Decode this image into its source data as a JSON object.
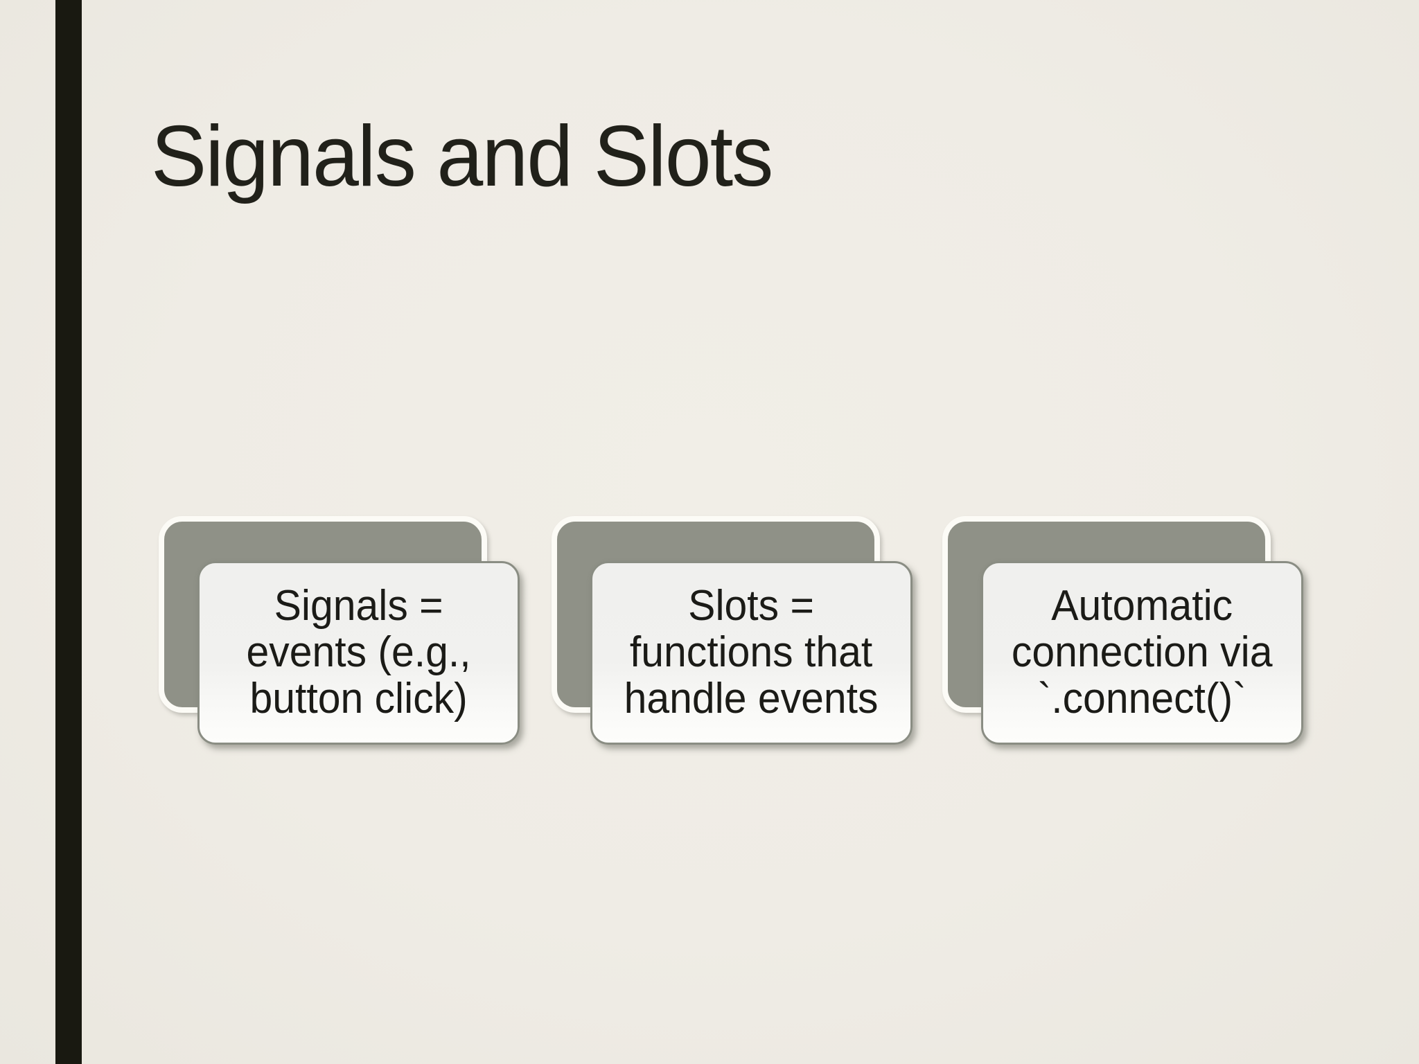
{
  "slide": {
    "title": "Signals and Slots",
    "background_color": "#EFECE5",
    "accent_bar_color": "#191911",
    "title_color": "#21211A",
    "box_back_panel_color": "#8F9187",
    "box_back_outline_color": "#FCFBF6",
    "box_card_fill_color": "#F1F1EF",
    "box_card_border_color": "#8A8D83",
    "box_text_color": "#1B1B17",
    "boxes": [
      {
        "lines": [
          "Signals =",
          "events (e.g.,",
          "button click)"
        ]
      },
      {
        "lines": [
          "Slots =",
          "functions that",
          "handle events"
        ]
      },
      {
        "lines": [
          "Automatic",
          "connection via",
          "`.connect()`"
        ]
      }
    ]
  }
}
